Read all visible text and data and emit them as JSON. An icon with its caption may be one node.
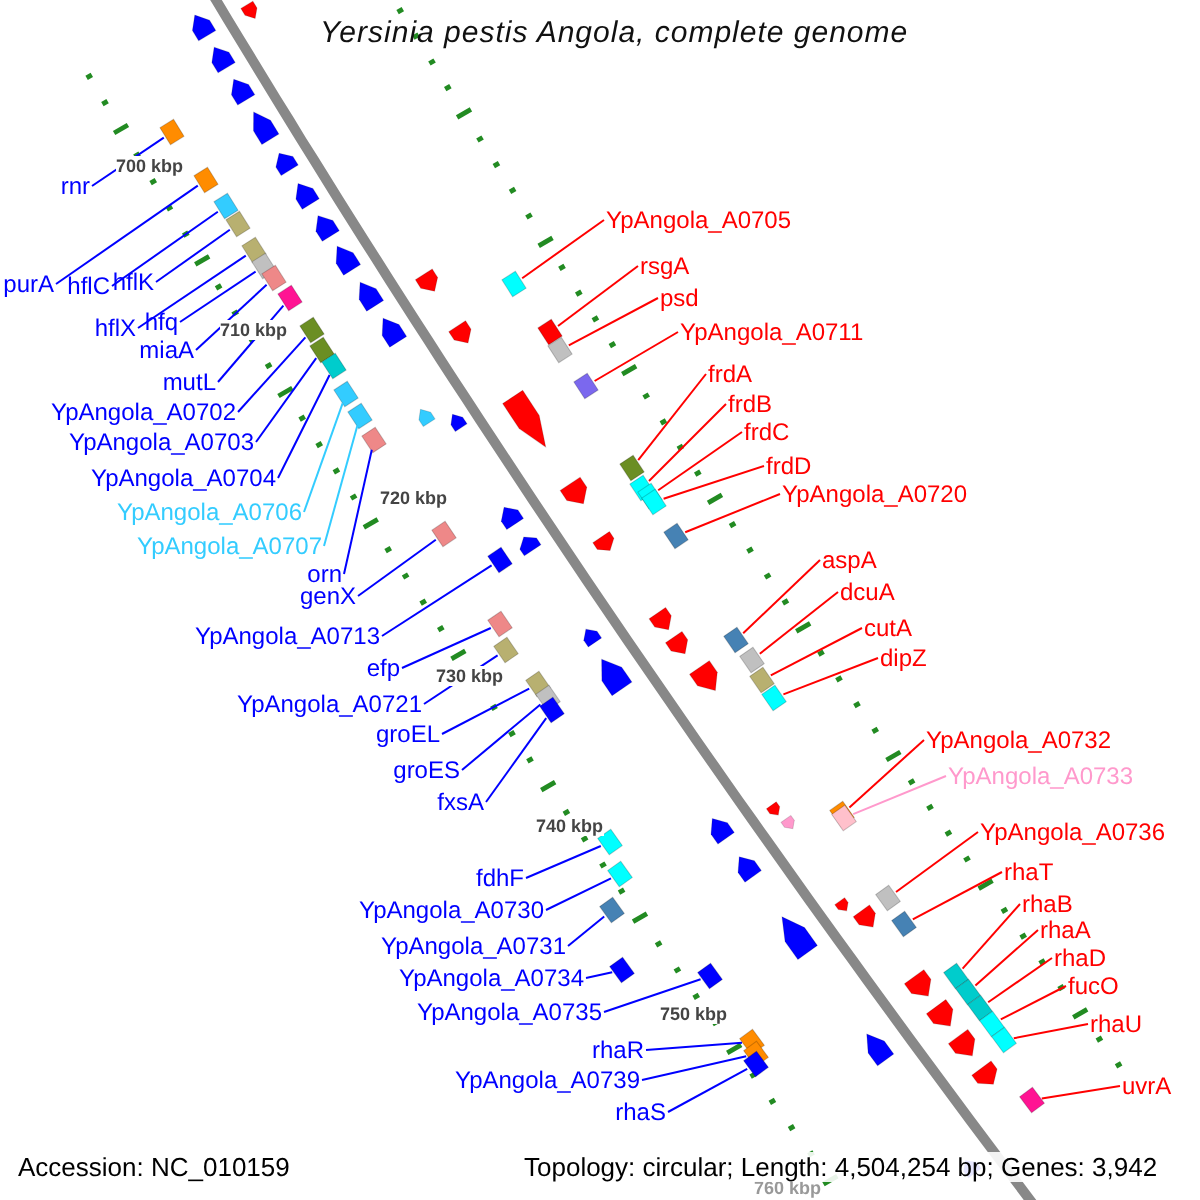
{
  "diagram": {
    "title": "Yersinia pestis Angola, complete genome",
    "nodes": [
      {
        "text": [
          "rnr"
        ]
      },
      {
        "text": [
          "purA"
        ]
      },
      {
        "text": [
          "hflC"
        ]
      },
      {
        "text": [
          "hflK"
        ]
      },
      {
        "text": [
          "hflX"
        ]
      },
      {
        "text": [
          "hfq"
        ]
      },
      {
        "text": [
          "miaA"
        ]
      },
      {
        "text": [
          "mutL"
        ]
      },
      {
        "text": [
          "YpAngola_A0702"
        ]
      },
      {
        "text": [
          "YpAngola_A0703"
        ]
      },
      {
        "text": [
          "YpAngola_A0704"
        ]
      },
      {
        "text": [
          "YpAngola_A0706"
        ]
      },
      {
        "text": [
          "YpAngola_A0707"
        ]
      },
      {
        "text": [
          "orn"
        ]
      },
      {
        "text": [
          "genX"
        ]
      },
      {
        "text": [
          "YpAngola_A0713"
        ]
      },
      {
        "text": [
          "efp"
        ]
      },
      {
        "text": [
          "YpAngola_A0721"
        ]
      },
      {
        "text": [
          "groEL"
        ]
      },
      {
        "text": [
          "groES"
        ]
      },
      {
        "text": [
          "fxsA"
        ]
      },
      {
        "text": [
          "fdhF"
        ]
      },
      {
        "text": [
          "YpAngola_A0730"
        ]
      },
      {
        "text": [
          "YpAngola_A0731"
        ]
      },
      {
        "text": [
          "YpAngola_A0734"
        ]
      },
      {
        "text": [
          "YpAngola_A0735"
        ]
      },
      {
        "text": [
          "rhaR"
        ]
      },
      {
        "text": [
          "YpAngola_A0739"
        ]
      },
      {
        "text": [
          "rhaS"
        ]
      },
      {
        "text": [
          "YpAngola_A0705"
        ]
      },
      {
        "text": [
          "rsgA"
        ]
      },
      {
        "text": [
          "psd"
        ]
      },
      {
        "text": [
          "YpAngola_A0711"
        ]
      },
      {
        "text": [
          "frdA"
        ]
      },
      {
        "text": [
          "frdB"
        ]
      },
      {
        "text": [
          "frdC"
        ]
      },
      {
        "text": [
          "frdD"
        ]
      },
      {
        "text": [
          "YpAngola_A0720"
        ]
      },
      {
        "text": [
          "aspA"
        ]
      },
      {
        "text": [
          "dcuA"
        ]
      },
      {
        "text": [
          "cutA"
        ]
      },
      {
        "text": [
          "dipZ"
        ]
      },
      {
        "text": [
          "YpAngola_A0732"
        ]
      },
      {
        "text": [
          "YpAngola_A0733"
        ]
      },
      {
        "text": [
          "YpAngola_A0736"
        ]
      },
      {
        "text": [
          "rhaT"
        ]
      },
      {
        "text": [
          "rhaB"
        ]
      },
      {
        "text": [
          "rhaA"
        ]
      },
      {
        "text": [
          "rhaD"
        ]
      },
      {
        "text": [
          "fucO"
        ]
      },
      {
        "text": [
          "rhaU"
        ]
      },
      {
        "text": [
          "uvrA"
        ]
      },
      {
        "text": [],
        "shape": "bar"
      },
      {
        "text": [],
        "shape": "bar"
      },
      {
        "text": [],
        "shape": "bar"
      },
      {
        "text": [],
        "shape": "bar"
      },
      {
        "text": [],
        "shape": "bar"
      },
      {
        "text": [],
        "shape": "bar"
      },
      {
        "text": [],
        "shape": "bar"
      },
      {
        "text": [],
        "shape": "bar"
      },
      {
        "text": [],
        "shape": "bar"
      },
      {
        "text": [],
        "shape": "bar"
      },
      {
        "text": [],
        "shape": "bar"
      },
      {
        "text": [],
        "shape": "bar"
      },
      {
        "text": [],
        "shape": "bar"
      },
      {
        "text": [],
        "shape": "bar"
      },
      {
        "text": [],
        "shape": "bar"
      },
      {
        "text": [],
        "shape": "bar"
      },
      {
        "text": [],
        "shape": "bar"
      },
      {
        "text": [],
        "shape": "bar"
      },
      {
        "text": [],
        "shape": "bar"
      },
      {
        "text": [],
        "shape": "bar"
      },
      {
        "text": [],
        "shape": "bar"
      },
      {
        "text": [],
        "shape": "bar"
      },
      {
        "text": [],
        "shape": "bar"
      },
      {
        "text": [],
        "shape": "bar"
      },
      {
        "text": [],
        "shape": "bar"
      },
      {
        "text": [],
        "shape": "bar"
      },
      {
        "text": [],
        "shape": "bar"
      },
      {
        "text": [],
        "shape": "bar"
      },
      {
        "text": [],
        "shape": "bar"
      },
      {
        "text": [],
        "shape": "bar"
      },
      {
        "text": [],
        "shape": "bar"
      },
      {
        "text": [],
        "shape": "bar"
      },
      {
        "text": [],
        "shape": "bar"
      },
      {
        "text": [],
        "shape": "bar"
      },
      {
        "text": [],
        "shape": "bar"
      },
      {
        "text": [],
        "shape": "bar"
      },
      {
        "text": [],
        "shape": "bar"
      },
      {
        "text": [],
        "shape": "bar"
      },
      {
        "text": [],
        "shape": "bar"
      },
      {
        "text": [],
        "shape": "bar"
      },
      {
        "text": [],
        "shape": "bar"
      },
      {
        "text": [],
        "shape": "bar"
      },
      {
        "text": [],
        "shape": "bar"
      },
      {
        "text": [],
        "shape": "bar"
      },
      {
        "text": [],
        "shape": "bar"
      },
      {
        "text": [],
        "shape": "bar"
      },
      {
        "text": [],
        "shape": "bar"
      },
      {
        "text": [],
        "shape": "bar"
      },
      {
        "text": [],
        "shape": "bar"
      },
      {
        "text": [],
        "shape": "bar"
      },
      {
        "text": [],
        "shape": "bar"
      },
      {
        "text": [],
        "shape": "bar"
      },
      {
        "text": [],
        "shape": "arrow"
      },
      {
        "text": [],
        "shape": "arrow"
      },
      {
        "text": [],
        "shape": "arrow"
      },
      {
        "text": [],
        "shape": "arrow"
      },
      {
        "text": [],
        "shape": "arrow"
      },
      {
        "text": [],
        "shape": "arrow"
      },
      {
        "text": [],
        "shape": "arrow"
      },
      {
        "text": [],
        "shape": "arrow"
      },
      {
        "text": [],
        "shape": "arrow"
      },
      {
        "text": [],
        "shape": "arrow"
      },
      {
        "text": [],
        "shape": "arrow"
      },
      {
        "text": [],
        "shape": "arrow"
      },
      {
        "text": [],
        "shape": "arrow"
      },
      {
        "text": [],
        "shape": "arrow"
      },
      {
        "text": [],
        "shape": "arrow"
      },
      {
        "text": [],
        "shape": "arrow"
      },
      {
        "text": [],
        "shape": "arrow"
      },
      {
        "text": [],
        "shape": "arrow"
      },
      {
        "text": [],
        "shape": "arrow"
      },
      {
        "text": [],
        "shape": "arrow"
      },
      {
        "text": [],
        "shape": "arrow"
      },
      {
        "text": [],
        "shape": "arrow"
      },
      {
        "text": [],
        "shape": "arrow"
      },
      {
        "text": [],
        "shape": "arrow"
      },
      {
        "text": [],
        "shape": "arrow"
      },
      {
        "text": [],
        "shape": "arrow"
      },
      {
        "text": [],
        "shape": "arrow"
      },
      {
        "text": [],
        "shape": "arrow"
      },
      {
        "text": [],
        "shape": "arrow"
      },
      {
        "text": [],
        "shape": "arrow"
      },
      {
        "text": [],
        "shape": "arrow"
      },
      {
        "text": [],
        "shape": "arrow"
      },
      {
        "text": [],
        "shape": "arrow"
      },
      {
        "text": [],
        "shape": "arrow"
      },
      {
        "text": [],
        "shape": "arrow"
      },
      {
        "text": [],
        "shape": "arrow"
      },
      {
        "text": [],
        "shape": "arrow"
      },
      {
        "text": [],
        "shape": "arrow"
      }
    ],
    "edges": [
      {
        "from": 0,
        "to": 52,
        "arrow": "none"
      },
      {
        "from": 1,
        "to": 53,
        "arrow": "none"
      },
      {
        "from": 2,
        "to": 54,
        "arrow": "none"
      },
      {
        "from": 3,
        "to": 55,
        "arrow": "none"
      },
      {
        "from": 4,
        "to": 56,
        "arrow": "none"
      },
      {
        "from": 5,
        "to": 57,
        "arrow": "none"
      },
      {
        "from": 6,
        "to": 58,
        "arrow": "none"
      },
      {
        "from": 7,
        "to": 59,
        "arrow": "none"
      },
      {
        "from": 8,
        "to": 60,
        "arrow": "none"
      },
      {
        "from": 9,
        "to": 61,
        "arrow": "none"
      },
      {
        "from": 10,
        "to": 62,
        "arrow": "none"
      },
      {
        "from": 11,
        "to": 63,
        "arrow": "none",
        "color": "#33ccff"
      },
      {
        "from": 12,
        "to": 64,
        "arrow": "none",
        "color": "#33ccff"
      },
      {
        "from": 13,
        "to": 65,
        "arrow": "none"
      },
      {
        "from": 14,
        "to": 66,
        "arrow": "none"
      },
      {
        "from": 15,
        "to": 67,
        "arrow": "none"
      },
      {
        "from": 16,
        "to": 68,
        "arrow": "none"
      },
      {
        "from": 17,
        "to": 69,
        "arrow": "none"
      },
      {
        "from": 18,
        "to": 70,
        "arrow": "none"
      },
      {
        "from": 19,
        "to": 71,
        "arrow": "none"
      },
      {
        "from": 20,
        "to": 72,
        "arrow": "none"
      },
      {
        "from": 21,
        "to": 73,
        "arrow": "none"
      },
      {
        "from": 22,
        "to": 74,
        "arrow": "none"
      },
      {
        "from": 23,
        "to": 75,
        "arrow": "none"
      },
      {
        "from": 24,
        "to": 76,
        "arrow": "none"
      },
      {
        "from": 25,
        "to": 77,
        "arrow": "none"
      },
      {
        "from": 26,
        "to": 78,
        "arrow": "none"
      },
      {
        "from": 27,
        "to": 79,
        "arrow": "none"
      },
      {
        "from": 28,
        "to": 80,
        "arrow": "none"
      },
      {
        "from": 29,
        "to": 81,
        "arrow": "none",
        "color": "#ff0000"
      },
      {
        "from": 30,
        "to": 82,
        "arrow": "none",
        "color": "#ff0000"
      },
      {
        "from": 31,
        "to": 83,
        "arrow": "none",
        "color": "#ff0000"
      },
      {
        "from": 32,
        "to": 84,
        "arrow": "none",
        "color": "#ff0000"
      },
      {
        "from": 33,
        "to": 85,
        "arrow": "none",
        "color": "#ff0000"
      },
      {
        "from": 34,
        "to": 86,
        "arrow": "none",
        "color": "#ff0000"
      },
      {
        "from": 35,
        "to": 87,
        "arrow": "none",
        "color": "#ff0000"
      },
      {
        "from": 36,
        "to": 88,
        "arrow": "none",
        "color": "#ff0000"
      },
      {
        "from": 37,
        "to": 89,
        "arrow": "none",
        "color": "#ff0000"
      },
      {
        "from": 38,
        "to": 90,
        "arrow": "none",
        "color": "#ff0000"
      },
      {
        "from": 39,
        "to": 91,
        "arrow": "none",
        "color": "#ff0000"
      },
      {
        "from": 40,
        "to": 92,
        "arrow": "none",
        "color": "#ff0000"
      },
      {
        "from": 41,
        "to": 93,
        "arrow": "none",
        "color": "#ff0000"
      },
      {
        "from": 42,
        "to": 94,
        "arrow": "none",
        "color": "#ff0000"
      },
      {
        "from": 43,
        "to": 95,
        "arrow": "none",
        "color": "#ff99cc"
      },
      {
        "from": 44,
        "to": 96,
        "arrow": "none",
        "color": "#ff0000"
      },
      {
        "from": 45,
        "to": 97,
        "arrow": "none",
        "color": "#ff0000"
      },
      {
        "from": 46,
        "to": 98,
        "arrow": "none",
        "color": "#ff0000"
      },
      {
        "from": 47,
        "to": 99,
        "arrow": "none",
        "color": "#ff0000"
      },
      {
        "from": 48,
        "to": 100,
        "arrow": "none",
        "color": "#ff0000"
      },
      {
        "from": 49,
        "to": 101,
        "arrow": "none",
        "color": "#ff0000"
      },
      {
        "from": 50,
        "to": 102,
        "arrow": "none",
        "color": "#ff0000"
      },
      {
        "from": 51,
        "to": 103,
        "arrow": "none",
        "color": "#ff0000"
      }
    ],
    "labels": [
      "700 kbp",
      "710 kbp",
      "720 kbp",
      "730 kbp",
      "740 kbp",
      "750 kbp",
      "760 kbp",
      "Accession: NC_010159",
      "Topology: circular; Length: 4,504,254 bp; Genes: 3,942"
    ]
  }
}
